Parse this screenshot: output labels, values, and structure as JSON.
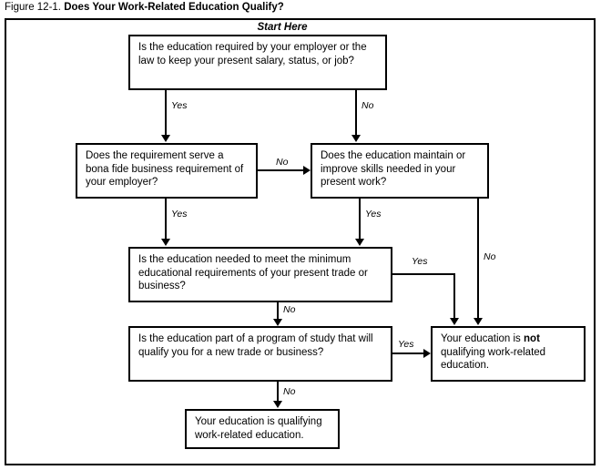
{
  "figure": {
    "number": "Figure 12-1.",
    "title": "Does Your Work-Related Education Qualify?"
  },
  "flowchart": {
    "start_label": "Start Here",
    "nodes": {
      "q1": "Is the education required by your employer or the law to keep your present salary, status, or job?",
      "q2": "Does the requirement serve a bona fide business requirement of your employer?",
      "q3": "Does the education maintain or improve skills needed in your present work?",
      "q4": "Is the education needed to meet the minimum educational requirements of your present trade or business?",
      "q5": "Is the education part of a program of study that will qualify you for a new trade or business?",
      "not_qualifying_pre": "Your education is ",
      "not_qualifying_bold": "not",
      "not_qualifying_post": " qualifying work-related education.",
      "qualifying": "Your education is qualifying work-related education."
    },
    "edges": {
      "q1_yes": "Yes",
      "q1_no": "No",
      "q2_no": "No",
      "q2_yes": "Yes",
      "q3_yes": "Yes",
      "q3_no": "No",
      "q4_yes": "Yes",
      "q4_no": "No",
      "q5_yes": "Yes",
      "q5_no": "No"
    }
  },
  "colors": {
    "ink": "#000000",
    "paper": "#ffffff"
  }
}
